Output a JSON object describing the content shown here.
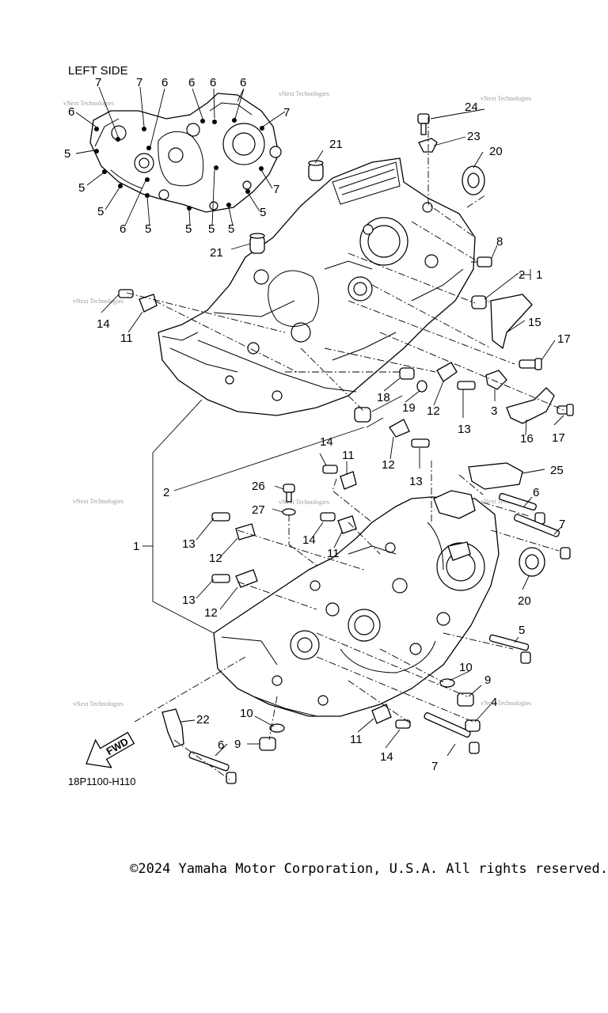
{
  "diagram": {
    "heading": "LEFT SIDE",
    "diagram_code": "18P1100-H110",
    "fwd_label": "FWD",
    "watermark": "vNext Technologies",
    "callouts": {
      "c1": "1",
      "c2": "2",
      "c3": "3",
      "c4": "4",
      "c5": "5",
      "c6": "6",
      "c7": "7",
      "c8": "8",
      "c9": "9",
      "c10": "10",
      "c11": "11",
      "c12": "12",
      "c13": "13",
      "c14": "14",
      "c15": "15",
      "c16": "16",
      "c17": "17",
      "c18": "18",
      "c19": "19",
      "c20": "20",
      "c21": "21",
      "c22": "22",
      "c23": "23",
      "c24": "24",
      "c25": "25",
      "c26": "26",
      "c27": "27"
    }
  },
  "footer": {
    "copyright": "©2024 Yamaha Motor Corporation, U.S.A. All rights reserved."
  }
}
